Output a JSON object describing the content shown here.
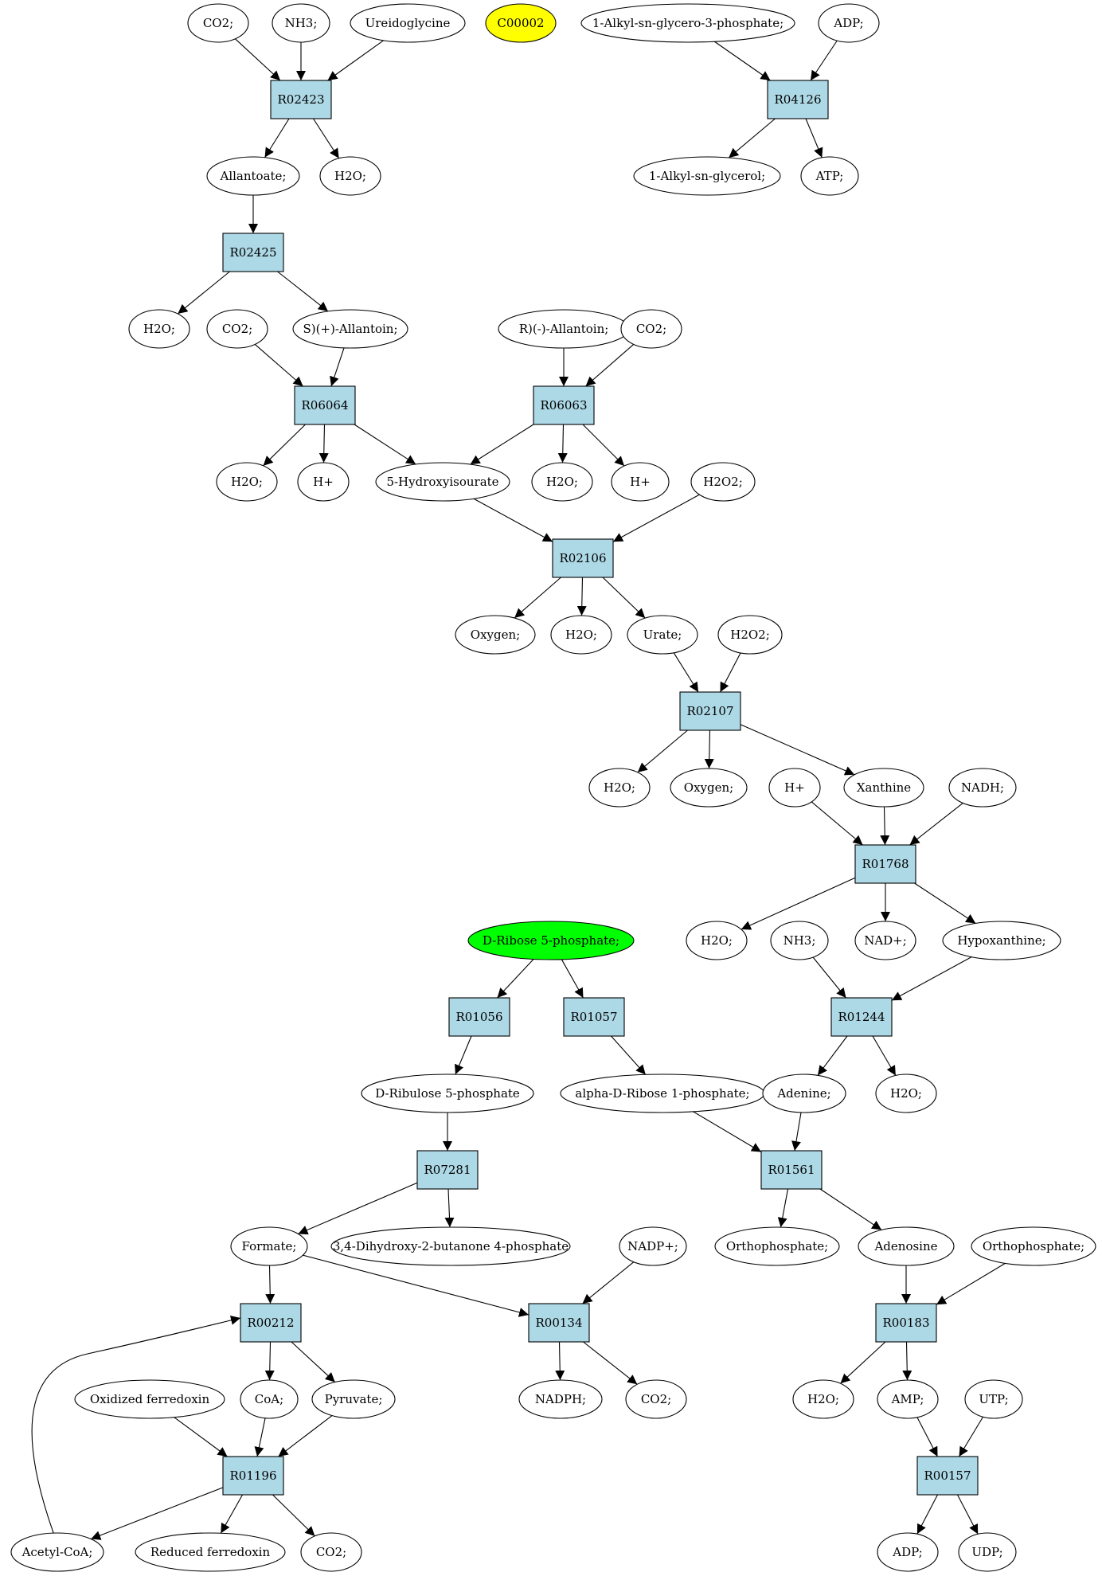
{
  "colors": {
    "reaction_fill": "#add8e6",
    "compound_fill": "#ffffff",
    "highlight_yellow": "#ffff00",
    "highlight_green": "#00ff00",
    "stroke": "#000000"
  },
  "nodes": [
    {
      "id": "n1",
      "label": "CO2;",
      "kind": "compound"
    },
    {
      "id": "n2",
      "label": "NH3;",
      "kind": "compound"
    },
    {
      "id": "n3",
      "label": "Ureidoglycine",
      "kind": "compound"
    },
    {
      "id": "n4",
      "label": "C00002",
      "kind": "compound",
      "highlight": "yellow"
    },
    {
      "id": "n5",
      "label": "1-Alkyl-sn-glycero-3-phosphate;",
      "kind": "compound"
    },
    {
      "id": "n6",
      "label": "ADP;",
      "kind": "compound"
    },
    {
      "id": "r1",
      "label": "R02423",
      "kind": "reaction"
    },
    {
      "id": "r2",
      "label": "R04126",
      "kind": "reaction"
    },
    {
      "id": "n7",
      "label": "Allantoate;",
      "kind": "compound"
    },
    {
      "id": "n8",
      "label": "H2O;",
      "kind": "compound"
    },
    {
      "id": "n9",
      "label": "1-Alkyl-sn-glycerol;",
      "kind": "compound"
    },
    {
      "id": "n10",
      "label": "ATP;",
      "kind": "compound"
    },
    {
      "id": "r3",
      "label": "R02425",
      "kind": "reaction"
    },
    {
      "id": "n11",
      "label": "H2O;",
      "kind": "compound"
    },
    {
      "id": "n12",
      "label": "CO2;",
      "kind": "compound"
    },
    {
      "id": "n13",
      "label": "S)(+)-Allantoin;",
      "kind": "compound"
    },
    {
      "id": "n14",
      "label": "R)(-)-Allantoin;",
      "kind": "compound"
    },
    {
      "id": "n15",
      "label": "CO2;",
      "kind": "compound"
    },
    {
      "id": "r4",
      "label": "R06064",
      "kind": "reaction"
    },
    {
      "id": "r5",
      "label": "R06063",
      "kind": "reaction"
    },
    {
      "id": "n16",
      "label": "H2O;",
      "kind": "compound"
    },
    {
      "id": "n17",
      "label": "H+",
      "kind": "compound"
    },
    {
      "id": "n18",
      "label": "5-Hydroxyisourate",
      "kind": "compound"
    },
    {
      "id": "n19",
      "label": "H2O;",
      "kind": "compound"
    },
    {
      "id": "n20",
      "label": "H+",
      "kind": "compound"
    },
    {
      "id": "n21",
      "label": "H2O2;",
      "kind": "compound"
    },
    {
      "id": "r6",
      "label": "R02106",
      "kind": "reaction"
    },
    {
      "id": "n22",
      "label": "Oxygen;",
      "kind": "compound"
    },
    {
      "id": "n23",
      "label": "H2O;",
      "kind": "compound"
    },
    {
      "id": "n24",
      "label": "Urate;",
      "kind": "compound"
    },
    {
      "id": "n25",
      "label": "H2O2;",
      "kind": "compound"
    },
    {
      "id": "r7",
      "label": "R02107",
      "kind": "reaction"
    },
    {
      "id": "n26",
      "label": "H2O;",
      "kind": "compound"
    },
    {
      "id": "n27",
      "label": "Oxygen;",
      "kind": "compound"
    },
    {
      "id": "n28",
      "label": "H+",
      "kind": "compound"
    },
    {
      "id": "n29",
      "label": "Xanthine",
      "kind": "compound"
    },
    {
      "id": "n30",
      "label": "NADH;",
      "kind": "compound"
    },
    {
      "id": "r8",
      "label": "R01768",
      "kind": "reaction"
    },
    {
      "id": "n31",
      "label": "D-Ribose 5-phosphate;",
      "kind": "compound",
      "highlight": "green"
    },
    {
      "id": "n32",
      "label": "H2O;",
      "kind": "compound"
    },
    {
      "id": "n33",
      "label": "NH3;",
      "kind": "compound"
    },
    {
      "id": "n34",
      "label": "NAD+;",
      "kind": "compound"
    },
    {
      "id": "n35",
      "label": "Hypoxanthine;",
      "kind": "compound"
    },
    {
      "id": "r9",
      "label": "R01056",
      "kind": "reaction"
    },
    {
      "id": "r10",
      "label": "R01057",
      "kind": "reaction"
    },
    {
      "id": "r11",
      "label": "R01244",
      "kind": "reaction"
    },
    {
      "id": "n36",
      "label": "D-Ribulose 5-phosphate",
      "kind": "compound"
    },
    {
      "id": "n37",
      "label": "alpha-D-Ribose 1-phosphate;",
      "kind": "compound"
    },
    {
      "id": "n38",
      "label": "Adenine;",
      "kind": "compound"
    },
    {
      "id": "n39",
      "label": "H2O;",
      "kind": "compound"
    },
    {
      "id": "r12",
      "label": "R07281",
      "kind": "reaction"
    },
    {
      "id": "r13",
      "label": "R01561",
      "kind": "reaction"
    },
    {
      "id": "n40",
      "label": "Formate;",
      "kind": "compound"
    },
    {
      "id": "n41",
      "label": "3,4-Dihydroxy-2-butanone 4-phosphate",
      "kind": "compound"
    },
    {
      "id": "n42",
      "label": "NADP+;",
      "kind": "compound"
    },
    {
      "id": "n43",
      "label": "Orthophosphate;",
      "kind": "compound"
    },
    {
      "id": "n44",
      "label": "Adenosine",
      "kind": "compound"
    },
    {
      "id": "n45",
      "label": "Orthophosphate;",
      "kind": "compound"
    },
    {
      "id": "r14",
      "label": "R00212",
      "kind": "reaction"
    },
    {
      "id": "r15",
      "label": "R00134",
      "kind": "reaction"
    },
    {
      "id": "r16",
      "label": "R00183",
      "kind": "reaction"
    },
    {
      "id": "n46",
      "label": "Oxidized ferredoxin",
      "kind": "compound"
    },
    {
      "id": "n47",
      "label": "CoA;",
      "kind": "compound"
    },
    {
      "id": "n48",
      "label": "Pyruvate;",
      "kind": "compound"
    },
    {
      "id": "n49",
      "label": "NADPH;",
      "kind": "compound"
    },
    {
      "id": "n50",
      "label": "CO2;",
      "kind": "compound"
    },
    {
      "id": "n51",
      "label": "H2O;",
      "kind": "compound"
    },
    {
      "id": "n52",
      "label": "AMP;",
      "kind": "compound"
    },
    {
      "id": "n53",
      "label": "UTP;",
      "kind": "compound"
    },
    {
      "id": "r17",
      "label": "R01196",
      "kind": "reaction"
    },
    {
      "id": "r18",
      "label": "R00157",
      "kind": "reaction"
    },
    {
      "id": "n54",
      "label": "Acetyl-CoA;",
      "kind": "compound"
    },
    {
      "id": "n55",
      "label": "Reduced ferredoxin",
      "kind": "compound"
    },
    {
      "id": "n56",
      "label": "CO2;",
      "kind": "compound"
    },
    {
      "id": "n57",
      "label": "ADP;",
      "kind": "compound"
    },
    {
      "id": "n58",
      "label": "UDP;",
      "kind": "compound"
    }
  ],
  "edges": [
    [
      "n1",
      "r1"
    ],
    [
      "n2",
      "r1"
    ],
    [
      "n3",
      "r1"
    ],
    [
      "r1",
      "n7"
    ],
    [
      "r1",
      "n8"
    ],
    [
      "n5",
      "r2"
    ],
    [
      "n6",
      "r2"
    ],
    [
      "r2",
      "n9"
    ],
    [
      "r2",
      "n10"
    ],
    [
      "n7",
      "r3"
    ],
    [
      "r3",
      "n11"
    ],
    [
      "r3",
      "n13"
    ],
    [
      "n12",
      "r4"
    ],
    [
      "n13",
      "r4"
    ],
    [
      "r4",
      "n16"
    ],
    [
      "r4",
      "n17"
    ],
    [
      "r4",
      "n18"
    ],
    [
      "n14",
      "r5"
    ],
    [
      "n15",
      "r5"
    ],
    [
      "r5",
      "n18"
    ],
    [
      "r5",
      "n19"
    ],
    [
      "r5",
      "n20"
    ],
    [
      "n18",
      "r6"
    ],
    [
      "n21",
      "r6"
    ],
    [
      "r6",
      "n22"
    ],
    [
      "r6",
      "n23"
    ],
    [
      "r6",
      "n24"
    ],
    [
      "n24",
      "r7"
    ],
    [
      "n25",
      "r7"
    ],
    [
      "r7",
      "n26"
    ],
    [
      "r7",
      "n27"
    ],
    [
      "r7",
      "n29"
    ],
    [
      "n28",
      "r8"
    ],
    [
      "n29",
      "r8"
    ],
    [
      "n30",
      "r8"
    ],
    [
      "r8",
      "n32"
    ],
    [
      "r8",
      "n34"
    ],
    [
      "r8",
      "n35"
    ],
    [
      "n31",
      "r9"
    ],
    [
      "n31",
      "r10"
    ],
    [
      "r9",
      "n36"
    ],
    [
      "r10",
      "n37"
    ],
    [
      "n33",
      "r11"
    ],
    [
      "n35",
      "r11"
    ],
    [
      "r11",
      "n38"
    ],
    [
      "r11",
      "n39"
    ],
    [
      "n36",
      "r12"
    ],
    [
      "r12",
      "n40"
    ],
    [
      "r12",
      "n41"
    ],
    [
      "n37",
      "r13"
    ],
    [
      "n38",
      "r13"
    ],
    [
      "r13",
      "n43"
    ],
    [
      "r13",
      "n44"
    ],
    [
      "n40",
      "r14"
    ],
    [
      "n40",
      "r15"
    ],
    [
      "n42",
      "r15"
    ],
    [
      "r15",
      "n49"
    ],
    [
      "r15",
      "n50"
    ],
    [
      "n44",
      "r16"
    ],
    [
      "n45",
      "r16"
    ],
    [
      "r16",
      "n51"
    ],
    [
      "r16",
      "n52"
    ],
    [
      "r14",
      "n47"
    ],
    [
      "r14",
      "n48"
    ],
    [
      "n46",
      "r17"
    ],
    [
      "n47",
      "r17"
    ],
    [
      "n48",
      "r17"
    ],
    [
      "r17",
      "n54"
    ],
    [
      "r17",
      "n55"
    ],
    [
      "r17",
      "n56"
    ],
    [
      "n54",
      "r14"
    ],
    [
      "n52",
      "r18"
    ],
    [
      "n53",
      "r18"
    ],
    [
      "r18",
      "n57"
    ],
    [
      "r18",
      "n58"
    ]
  ]
}
